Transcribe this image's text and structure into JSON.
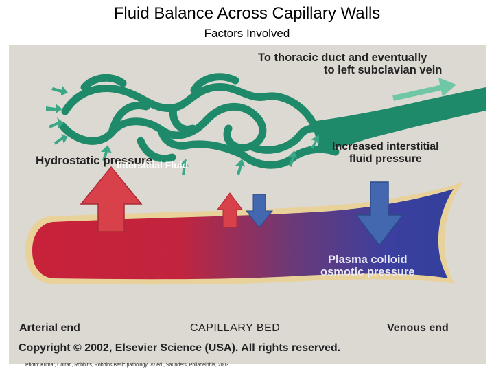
{
  "slide": {
    "title": "Fluid Balance Across Capillary Walls",
    "subtitle": "Factors Involved"
  },
  "figure": {
    "labels": {
      "thoracic_line1": "To thoracic duct and eventually",
      "thoracic_line2": "to left subclavian vein",
      "hydrostatic": "Hydrostatic pressure",
      "interstitial_fluid": "Interstitial Fluid",
      "increased_line1": "Increased interstitial",
      "increased_line2": "fluid pressure",
      "plasma_line1": "Plasma colloid",
      "plasma_line2": "osmotic pressure",
      "arterial_end": "Arterial end",
      "capillary_bed": "CAPILLARY BED",
      "venous_end": "Venous end",
      "copyright": "Copyright © 2002, Elsevier Science (USA). All rights reserved."
    },
    "colors": {
      "background": "#dcd8d2",
      "lymphatic": "#1f8a6a",
      "arterial": "#c8213a",
      "venous": "#3a3fa0",
      "arrow_red": "#d8404a",
      "arrow_blue": "#4468b0"
    }
  },
  "caption": "Photo: Kumar, Cotran, Robbins, Robbins Basic pathology, 7ᵗʰ ed., Saunders, Philadelphia, 2003."
}
